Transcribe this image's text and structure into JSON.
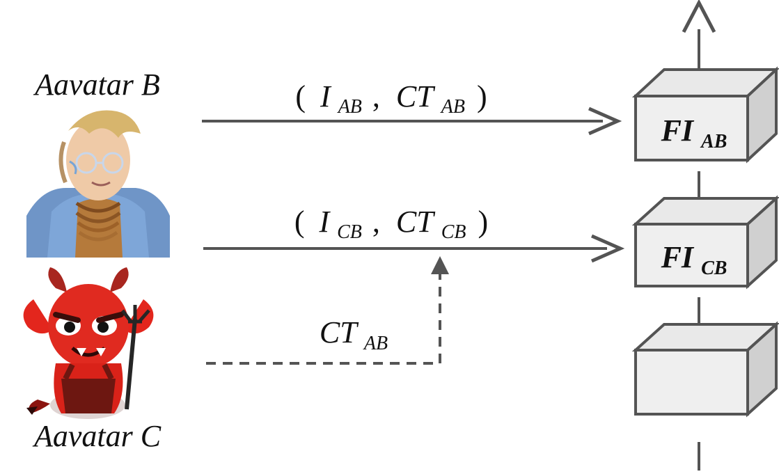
{
  "colors": {
    "line": "#545454",
    "box_fill": "#efefef",
    "box_side": "#bdbdbd",
    "box_top": "#e3e3e3",
    "text": "#111111",
    "devil_red": "#e02a20",
    "devil_dark": "#8a0f0a",
    "horn": "#a8261f",
    "skin": "#f0c9a4",
    "hair": "#d9b87a",
    "fur": "#6f95c7"
  },
  "actors": {
    "avatar_b": {
      "name": "Aavatar B",
      "icon": "human-avatar-icon"
    },
    "avatar_c": {
      "name": "Aavatar C",
      "icon": "devil-avatar-icon"
    }
  },
  "edges": {
    "ab": {
      "open": "(",
      "i_main": "I",
      "i_sub": "AB",
      "sep": ",",
      "ct_main": "CT",
      "ct_sub": "AB",
      "close": ")"
    },
    "cb": {
      "open": "(",
      "i_main": "I",
      "i_sub": "CB",
      "sep": ",",
      "ct_main": "CT",
      "ct_sub": "CB",
      "close": ")"
    },
    "injected": {
      "ct_main": "CT",
      "ct_sub": "AB"
    }
  },
  "blocks": {
    "top": {
      "main": "FI",
      "sub": "AB"
    },
    "middle": {
      "main": "FI",
      "sub": "CB"
    },
    "bottom": {
      "main": "",
      "sub": ""
    }
  }
}
